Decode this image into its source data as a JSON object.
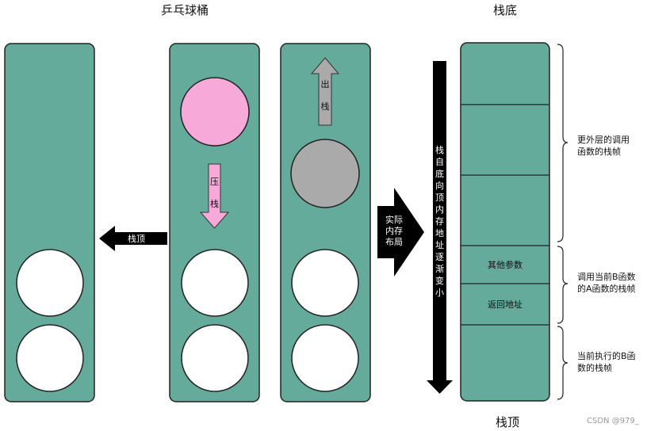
{
  "labels": {
    "left_title": "乒乓球桶",
    "right_title_top": "栈底",
    "right_title_bottom": "栈顶",
    "top_arrow_left": "栈顶",
    "push_chars": [
      "压",
      "栈"
    ],
    "pop_chars": [
      "出",
      "栈"
    ],
    "actual_memory_lines": [
      "实际",
      "内存",
      "布局"
    ],
    "growth_chars": [
      "栈",
      "自",
      "底",
      "向",
      "顶",
      "内",
      "存",
      "地",
      "址",
      "逐",
      "渐",
      "变",
      "小"
    ],
    "other_params": "其他参数",
    "return_address": "返回地址",
    "brace1_lines": [
      "更外层的调用",
      "函数的栈帧"
    ],
    "brace2_lines": [
      "调用当前B函数",
      "的A函数的栈帧"
    ],
    "brace3_lines": [
      "当前执行的B函",
      "数的栈帧"
    ],
    "watermark": "CSDN @979_"
  },
  "colors": {
    "tube": "#65ab9c",
    "pink": "#f7a9d9",
    "gray": "#aaaaaa",
    "white": "#ffffff",
    "black": "#000000"
  },
  "icons": {
    "push": "arrow-down-icon",
    "pop": "arrow-up-icon",
    "direction": "arrow-left-icon",
    "transform": "arrow-right-icon",
    "growth": "arrow-down-long-icon"
  }
}
